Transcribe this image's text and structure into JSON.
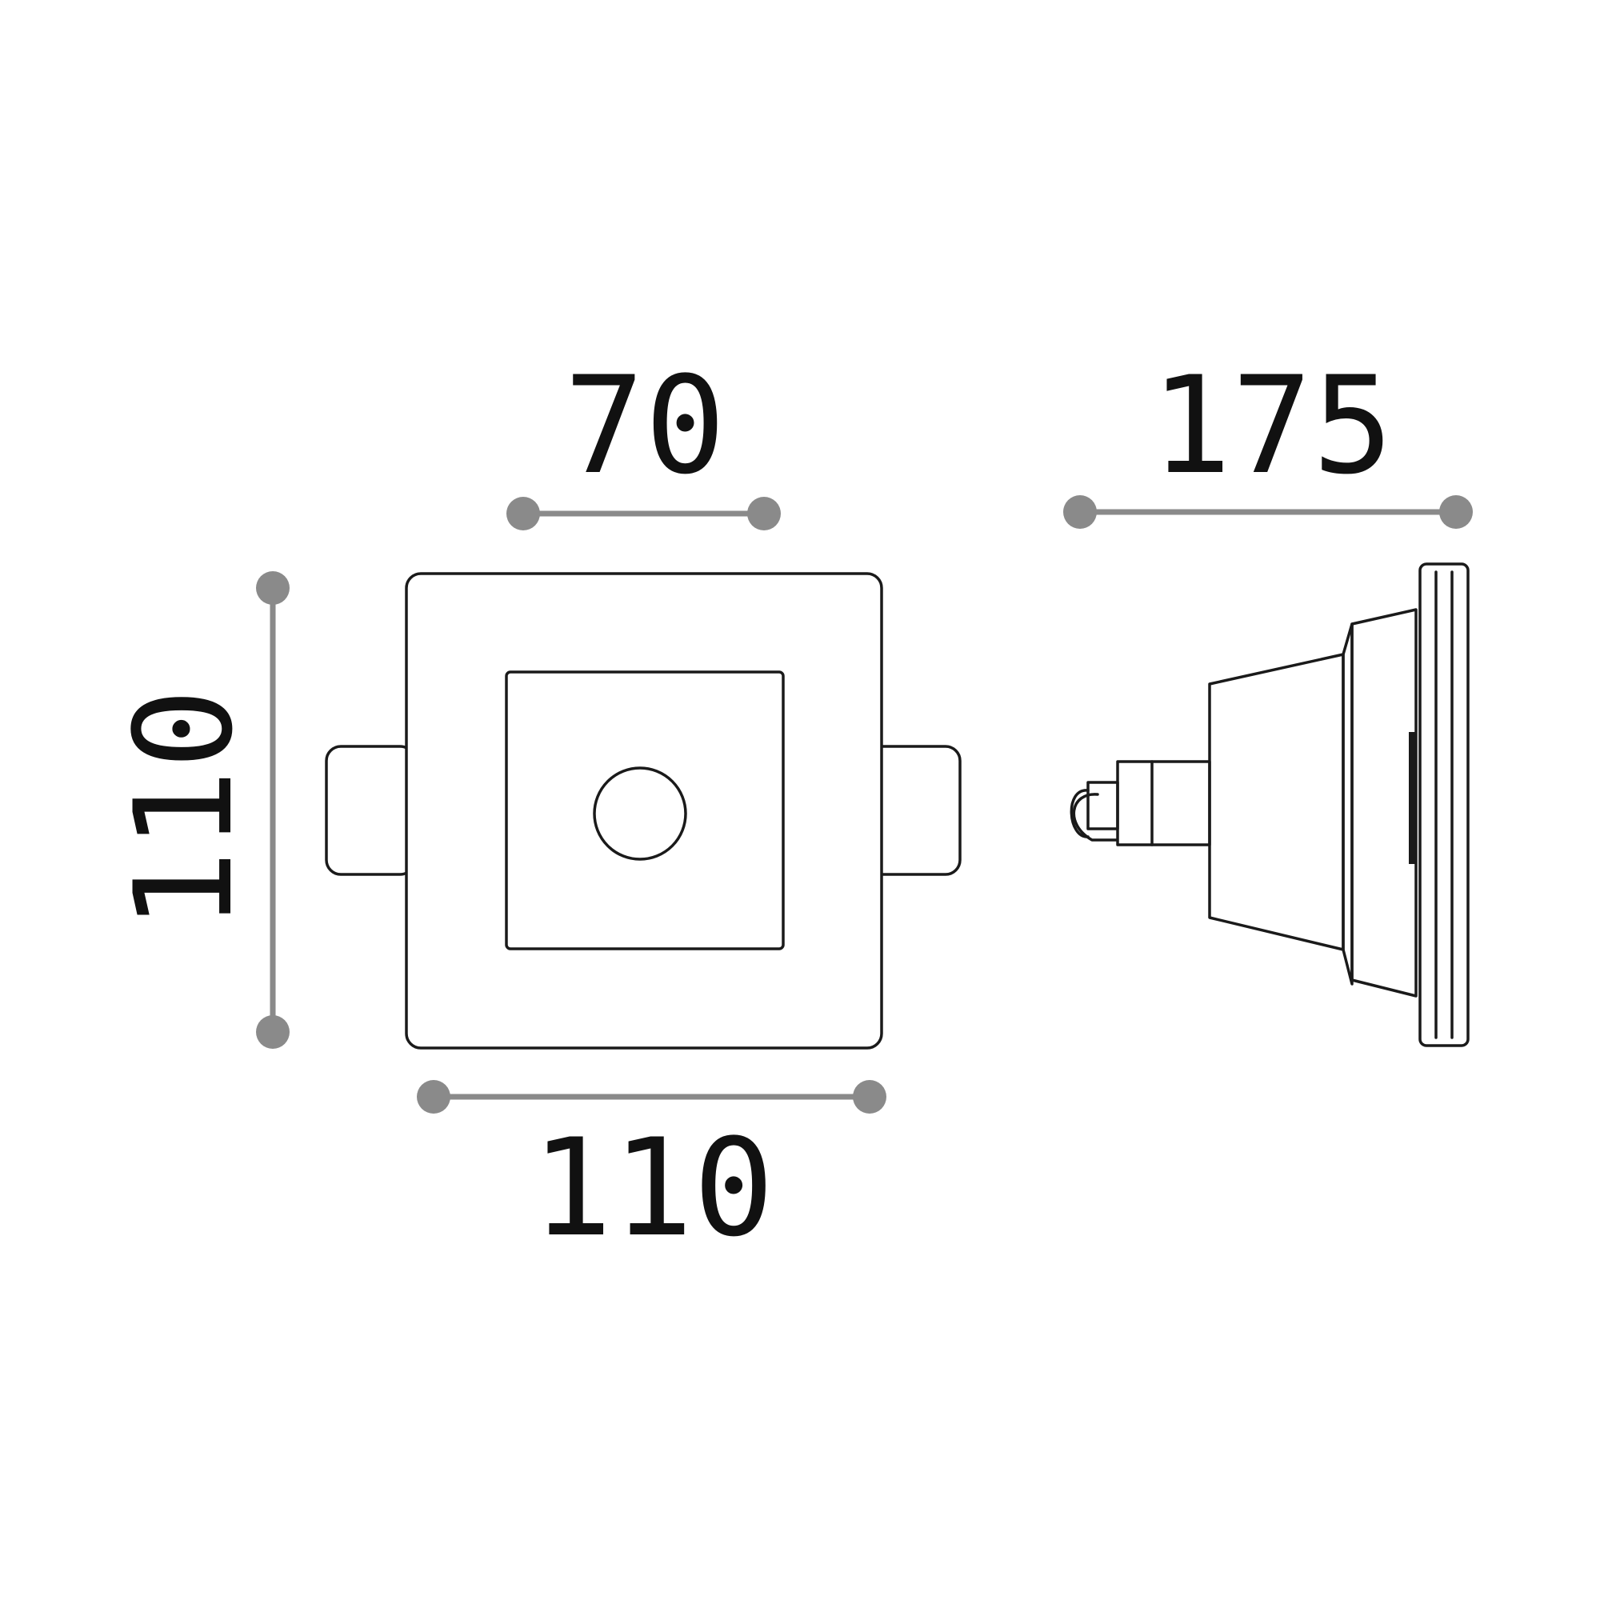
{
  "drawing": {
    "dimensions": {
      "inner_width": "70",
      "side_depth": "175",
      "outer_height": "110",
      "outer_width": "110"
    },
    "colors": {
      "outline": "#1a1a1a",
      "dimension": "#8a8a8a",
      "label": "#111111"
    }
  }
}
